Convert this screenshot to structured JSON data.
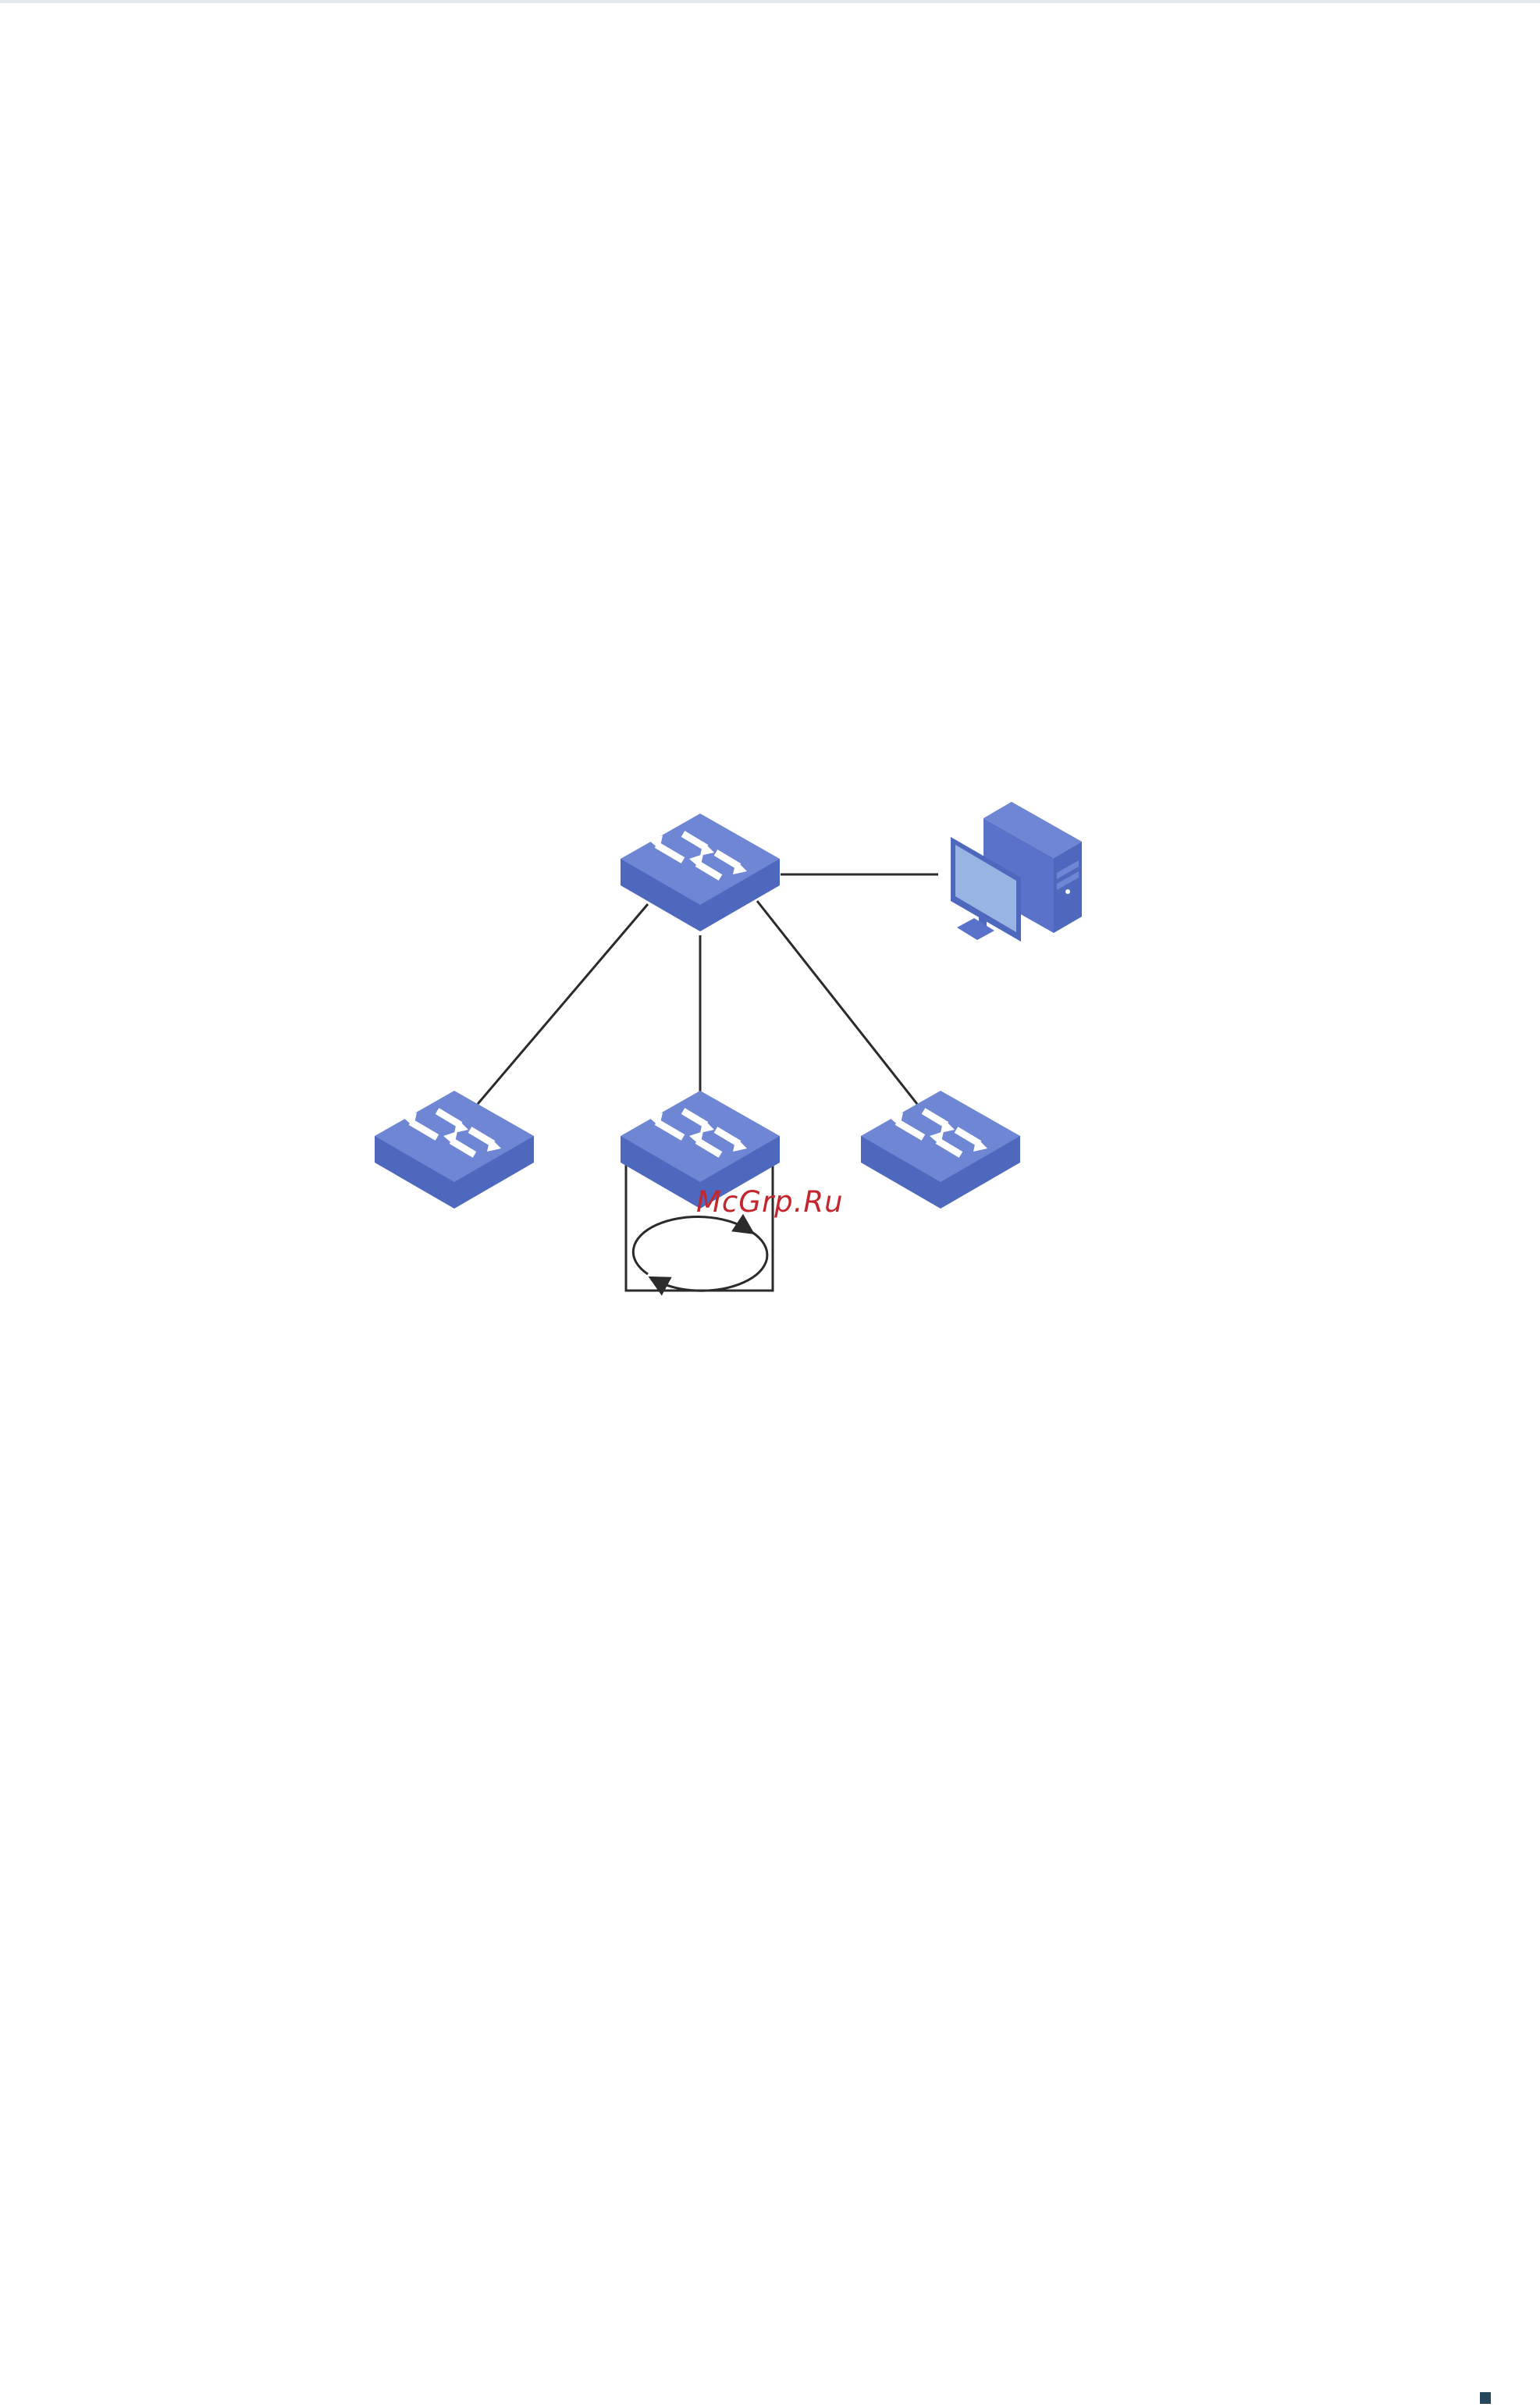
{
  "watermark": {
    "text": "McGrp.Ru",
    "color": "#c4262e"
  },
  "colors": {
    "device_top": "#6e86d4",
    "device_side": "#4e68be",
    "device_edge": "#5a72c9",
    "monitor_screen": "#97b4e3",
    "link": "#2b2b2b",
    "corner_mark": "#27475c"
  },
  "nodes": [
    {
      "id": "root",
      "kind": "switch",
      "icon": "switch-icon"
    },
    {
      "id": "pc",
      "kind": "computer",
      "icon": "computer-icon"
    },
    {
      "id": "left",
      "kind": "switch",
      "icon": "switch-icon"
    },
    {
      "id": "middle",
      "kind": "switch",
      "icon": "switch-icon",
      "loop": true,
      "loop_icon": "loop-arrows-icon"
    },
    {
      "id": "right",
      "kind": "switch",
      "icon": "switch-icon"
    }
  ],
  "links": [
    {
      "from": "root",
      "to": "pc"
    },
    {
      "from": "root",
      "to": "left"
    },
    {
      "from": "root",
      "to": "middle"
    },
    {
      "from": "root",
      "to": "right"
    }
  ]
}
